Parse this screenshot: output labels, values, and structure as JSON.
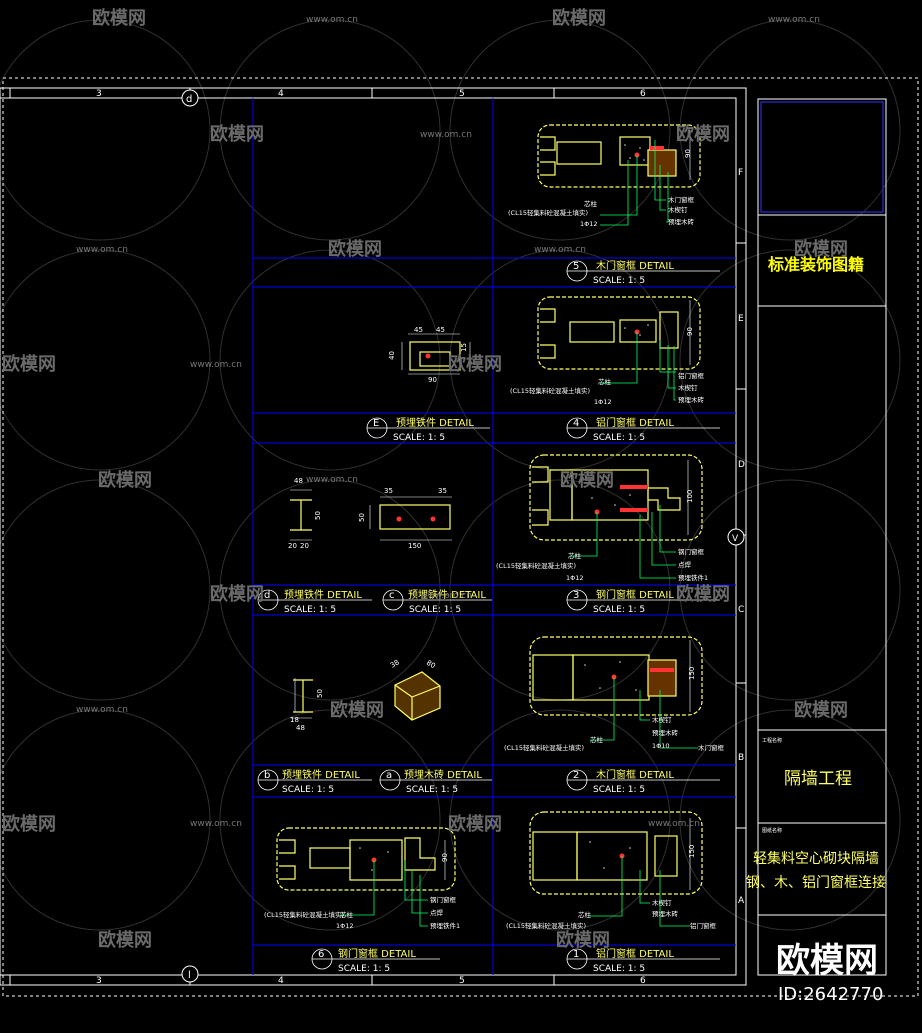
{
  "grid": {
    "top_numbers": [
      "3",
      "4",
      "5",
      "6"
    ],
    "bottom_numbers": [
      "3",
      "4",
      "5",
      "6"
    ],
    "right_letters": [
      "F",
      "E",
      "D",
      "C",
      "B",
      "A"
    ],
    "axis_top_bubble": "d",
    "axis_bottom_bubble": "l",
    "axis_right_bubble": "V"
  },
  "details": [
    {
      "num": "5",
      "title": "木门窗框 DETAIL",
      "scale": "SCALE: 1: 5"
    },
    {
      "num": "E",
      "title": "预埋铁件 DETAIL",
      "scale": "SCALE: 1: 5"
    },
    {
      "num": "4",
      "title": "铝门窗框 DETAIL",
      "scale": "SCALE: 1: 5"
    },
    {
      "num": "d",
      "title": "预埋铁件 DETAIL",
      "scale": "SCALE: 1: 5"
    },
    {
      "num": "c",
      "title": "预埋铁件 DETAIL",
      "scale": "SCALE: 1: 5"
    },
    {
      "num": "3",
      "title": "钢门窗框 DETAIL",
      "scale": "SCALE: 1: 5"
    },
    {
      "num": "b",
      "title": "预埋铁件 DETAIL",
      "scale": "SCALE: 1: 5"
    },
    {
      "num": "a",
      "title": "预埋木砖 DETAIL",
      "scale": "SCALE: 1: 5"
    },
    {
      "num": "2",
      "title": "木门窗框 DETAIL",
      "scale": "SCALE: 1: 5"
    },
    {
      "num": "6",
      "title": "钢门窗框 DETAIL",
      "scale": "SCALE: 1: 5"
    },
    {
      "num": "1",
      "title": "铝门窗框 DETAIL",
      "scale": "SCALE: 1: 5"
    }
  ],
  "notes": {
    "core_column": "芯柱",
    "fill": "(CL15轻集料砼混凝土填实)",
    "rebar": "1Φ12",
    "rebar10": "1Φ10",
    "wood_frame": "木门窗框",
    "wood_nail": "木楔钉",
    "embed_wood": "预埋木砖",
    "alu_frame": "铝门窗框",
    "steel_frame": "钢门窗框",
    "spot_weld": "点焊",
    "embed_iron": "预埋铁件1"
  },
  "dims": {
    "d45a": "45",
    "d45b": "45",
    "d40": "40",
    "d15": "15",
    "d90": "90",
    "d35a": "35",
    "d35b": "35",
    "d50": "50",
    "d150": "150",
    "d48": "48",
    "d20": "20",
    "d80": "80",
    "d100": "100",
    "d38": "38",
    "d18": "18"
  },
  "title_block": {
    "company": "标准装饰图籍",
    "project_label": "工程名称",
    "project": "隔墙工程",
    "drawing_label": "图纸名称",
    "drawing_line1": "轻集料空心砌块隔墙",
    "drawing_line2": "钢、木、铝门窗框连接"
  },
  "watermark": {
    "logo_text": "欧模网",
    "url": "www.om.cn",
    "id": "ID:2642770"
  },
  "colors": {
    "frame": "#ffffff",
    "grid": "#0000ff",
    "drawing": "#ffff66",
    "leader": "#00ff66",
    "accent": "#ff3333"
  }
}
